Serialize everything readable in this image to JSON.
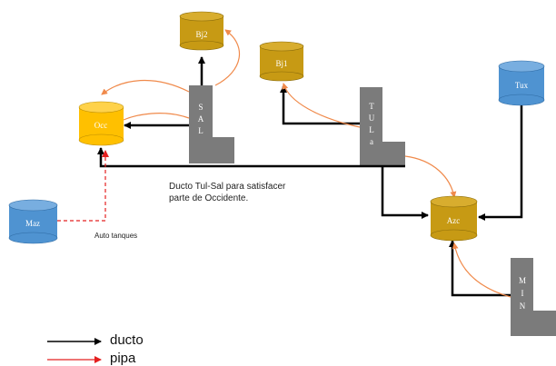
{
  "tanks": {
    "bj2": "Bj2",
    "bj1": "Bj1",
    "occ": "Occ",
    "tux": "Tux",
    "azc": "Azc",
    "maz": "Maz"
  },
  "refineries": {
    "sal": [
      "S",
      "A",
      "L"
    ],
    "tula": [
      "T",
      "U",
      "L",
      "a"
    ],
    "min": [
      "M",
      "I",
      "N"
    ]
  },
  "labels": {
    "autotanques": "Auto tanques",
    "ducto_note_line1": "Ducto Tul-Sal para satisfacer",
    "ducto_note_line2": "parte de Occidente."
  },
  "legend": {
    "ducto": "ducto",
    "pipa": "pipa"
  },
  "colors": {
    "pipeline": "#000000",
    "truck_route": "#ee2222",
    "arc": "#f08a4b",
    "refinery": "#7b7b7b",
    "tank_brown": "#c79a14",
    "tank_yellow": "#ffc000",
    "tank_blue": "#4f93d1"
  }
}
